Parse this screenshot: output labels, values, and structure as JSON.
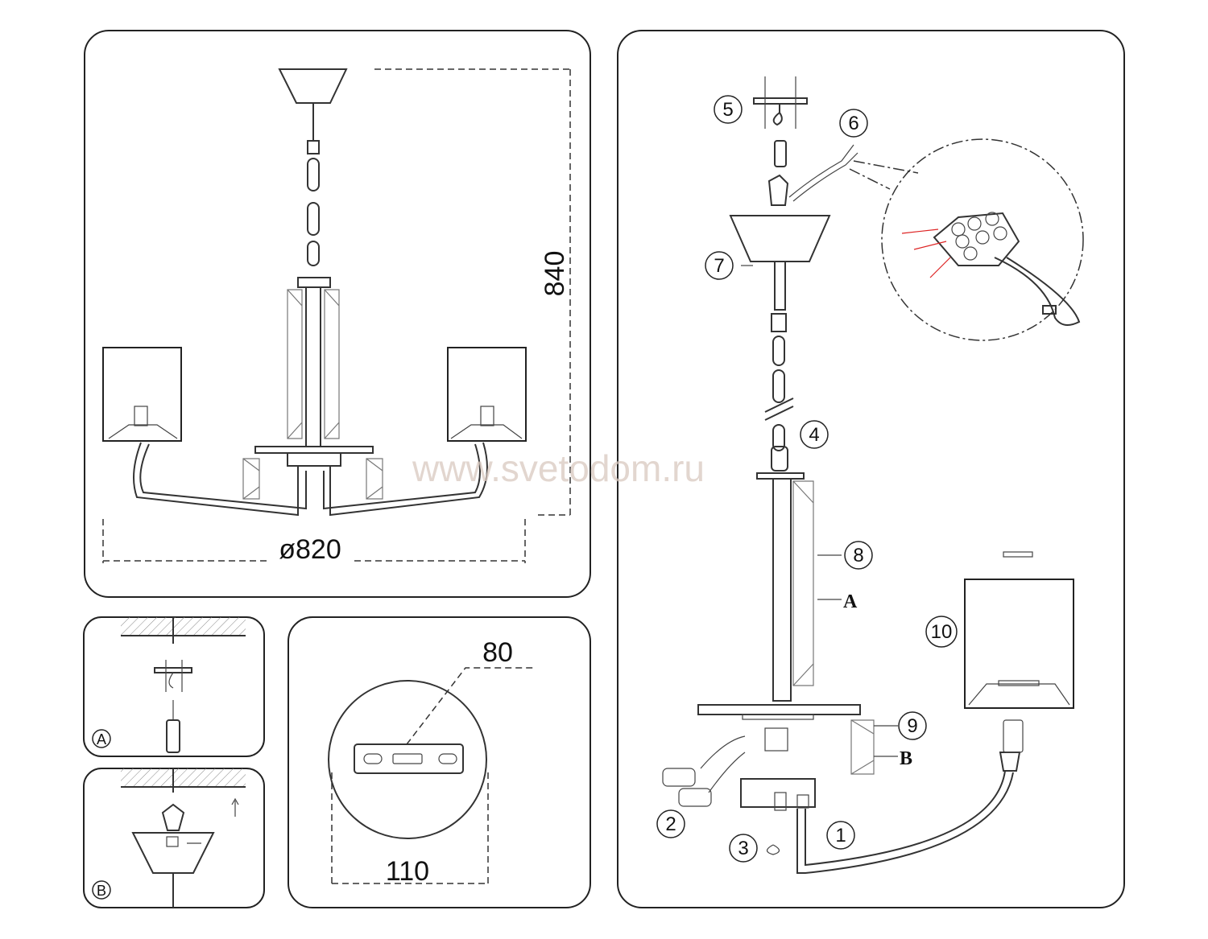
{
  "watermark": "www.svetodom.ru",
  "overview": {
    "height_dim": "840",
    "diameter_dim": "ø820"
  },
  "canopy_detail": {
    "plate_dim": "80",
    "diameter_dim": "110"
  },
  "mount_steps": {
    "step_a": "A",
    "step_b": "B"
  },
  "assembly": {
    "callouts": [
      "1",
      "2",
      "3",
      "4",
      "5",
      "6",
      "7",
      "8",
      "9",
      "10"
    ],
    "part_a": "A",
    "part_b": "B"
  }
}
